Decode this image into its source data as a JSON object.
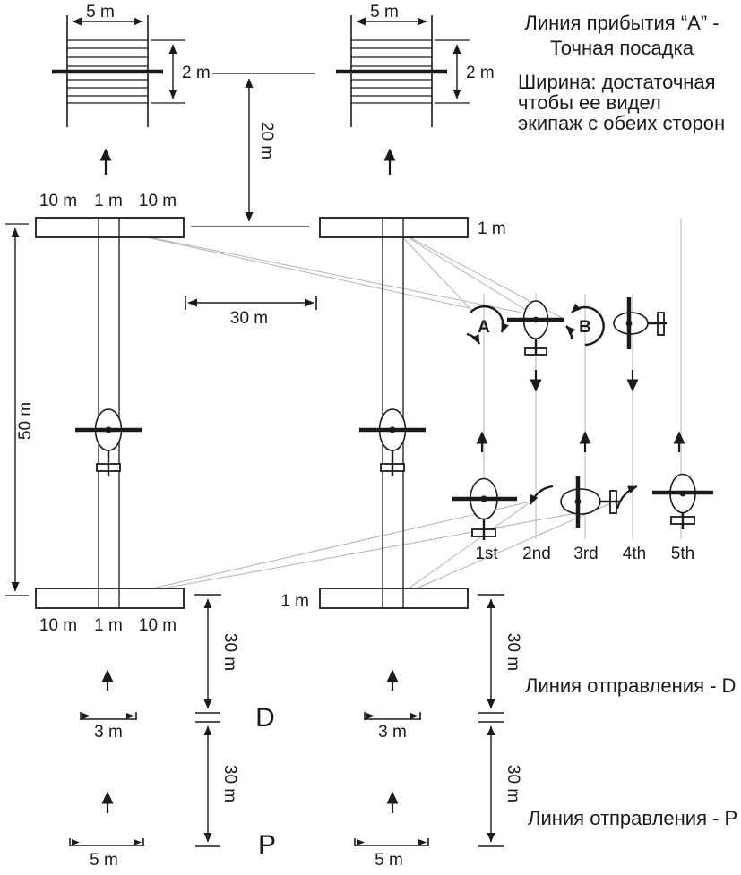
{
  "colors": {
    "ink": "#1a1a1a",
    "faint": "#b3b3b3",
    "background": "#ffffff"
  },
  "notes": {
    "arrival_title_line1": "Линия прибытия “А” -",
    "arrival_title_line2": "Точная посадка",
    "width_note_line1": "Ширина: достаточная",
    "width_note_line2": "чтобы ее видел",
    "width_note_line3": "экипаж с обеих сторон",
    "departure_line_d": "Линия отправления - D",
    "departure_line_p": "Линия отправления - P"
  },
  "dims": {
    "five_m": "5 m",
    "two_m": "2 m",
    "twenty_m": "20 m",
    "ten_m": "10 m",
    "one_m": "1 m",
    "fifty_m": "50 m",
    "thirty_m": "30 m",
    "three_m": "3 m"
  },
  "markers": {
    "a": "A",
    "b": "B",
    "d": "D",
    "p": "P"
  },
  "positions": {
    "p1": "1st",
    "p2": "2nd",
    "p3": "3rd",
    "p4": "4th",
    "p5": "5th"
  }
}
